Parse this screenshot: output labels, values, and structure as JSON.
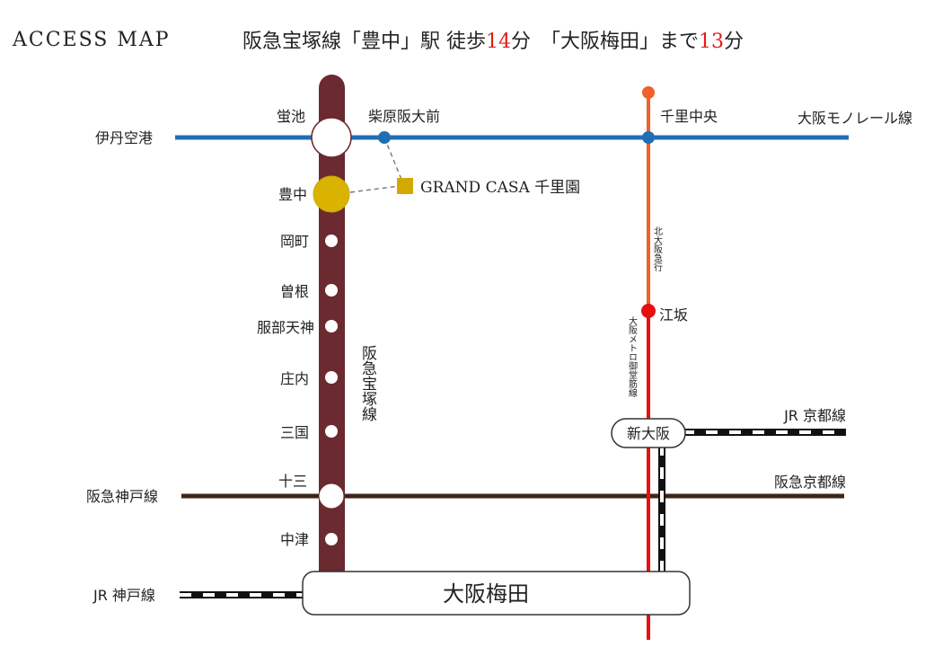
{
  "header": {
    "title": "ACCESS MAP",
    "part1": "阪急宝塚線「豊中」駅 徒歩",
    "num1": "14",
    "part2": "分　「大阪梅田」まで",
    "num2": "13",
    "part3": "分"
  },
  "stations": {
    "hotarugaike": "蛍池",
    "shibahara": "柴原阪大前",
    "senrichuo": "千里中央",
    "toyonaka": "豊中",
    "okamachi": "岡町",
    "sone": "曽根",
    "hattori": "服部天神",
    "shonai": "庄内",
    "mikuni": "三国",
    "juso": "十三",
    "nakatsu": "中津",
    "esaka": "江坂",
    "shinosaka": "新大阪",
    "umeda": "大阪梅田",
    "itami": "伊丹空港"
  },
  "lines": {
    "monorail": "大阪モノレール線",
    "takarazuka": "阪急宝塚線",
    "kitakyu": "北大阪急行",
    "midosuji": "大阪メトロ御堂筋線",
    "jr_kyoto": "JR 京都線",
    "hankyu_kyoto": "阪急京都線",
    "hankyu_kobe": "阪急神戸線",
    "jr_kobe": "JR 神戸線"
  },
  "property": {
    "name": "GRAND CASA 千里園"
  },
  "colors": {
    "takarazuka": "#6b2930",
    "monorail": "#1f6fb5",
    "midosuji": "#e8100f",
    "kitakyu": "#f0602a",
    "hankyu_kobe": "#3d2618",
    "toyonaka_station": "#d9b300",
    "property": "#d4a800",
    "accent_number": "#e41b17"
  }
}
